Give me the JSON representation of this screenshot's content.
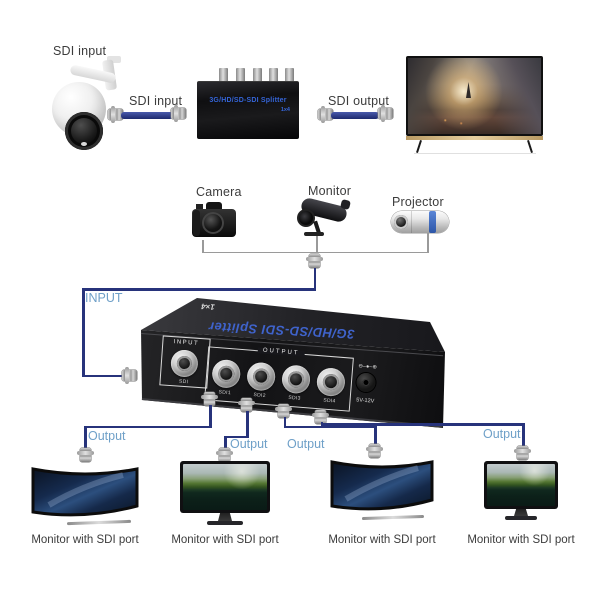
{
  "colors": {
    "line_navy": "#27337b",
    "label_blue": "#6fa0c8",
    "device_text_blue": "#3b5fd0",
    "gray_line": "#9a9a9a"
  },
  "top_row": {
    "ptz_label": "SDI input",
    "input_cable_label": "SDI input",
    "mini_splitter": {
      "title": "3G/HD/SD-SDI Splitter",
      "badge": "1x4"
    },
    "output_cable_label": "SDI output"
  },
  "sources": {
    "camera_label": "Camera",
    "monitor_label": "Monitor",
    "projector_label": "Projector"
  },
  "splitter": {
    "input_line_label": "INPUT",
    "top_logo": "1×4",
    "top_title": "3G/HD/SD-SDI Splitter",
    "input_section_label": "INPUT",
    "input_port_label": "SDI",
    "output_section_label": "OUTPUT",
    "output_ports": [
      "SDI1",
      "SDI2",
      "SDI3",
      "SDI4"
    ],
    "dc_polarity": "⊖–●–⊕",
    "power_label": "5V-12V"
  },
  "output_lines": {
    "labels": [
      "Output",
      "Output",
      "Output",
      "Output"
    ]
  },
  "monitors": {
    "captions": [
      "Monitor with SDI port",
      "Monitor with SDI port",
      "Monitor with SDI port",
      "Monitor with SDI port"
    ]
  }
}
